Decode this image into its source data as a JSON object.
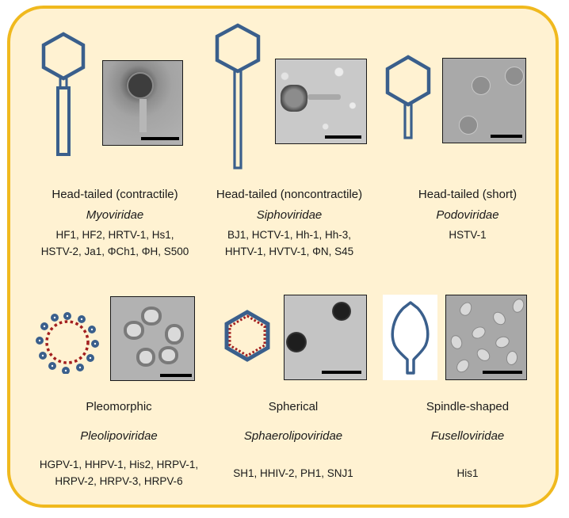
{
  "figure": {
    "colors": {
      "panel_background": "#fff2d2",
      "panel_border": "#f0b91e",
      "schematic_blue": "#3a5f8c",
      "membrane_red": "#a31f1f"
    },
    "morphotypes": [
      {
        "shape": "Head-tailed (contractile)",
        "family": "Myoviridae",
        "members_line1": "HF1, HF2, HRTV-1, Hs1,",
        "members_line2": "HSTV-2, Ja1, ΦCh1, ΦH, S500",
        "schematic_icon": "contractile-tail-phage-icon",
        "micrograph": "tem-myovirus"
      },
      {
        "shape": "Head-tailed (noncontractile)",
        "family": "Siphoviridae",
        "members_line1": "BJ1, HCTV-1, Hh-1, Hh-3,",
        "members_line2": "HHTV-1, HVTV-1, ΦN, S45",
        "schematic_icon": "long-tail-phage-icon",
        "micrograph": "tem-siphovirus"
      },
      {
        "shape": "Head-tailed (short)",
        "family": "Podoviridae",
        "members_line1": "HSTV-1",
        "members_line2": "",
        "schematic_icon": "short-tail-phage-icon",
        "micrograph": "cryo-em-podovirus"
      },
      {
        "shape": "Pleomorphic",
        "family": "Pleolipoviridae",
        "members_line1": "HGPV-1, HHPV-1, His2, HRPV-1,",
        "members_line2": "HRPV-2, HRPV-3, HRPV-6",
        "schematic_icon": "pleomorphic-membrane-vesicle-icon",
        "micrograph": "tem-pleolipovirus"
      },
      {
        "shape": "Spherical",
        "family": "Sphaerolipoviridae",
        "members_line1": "SH1, HHIV-2, PH1, SNJ1",
        "members_line2": "",
        "schematic_icon": "icosahedral-lipid-virus-icon",
        "micrograph": "tem-sphaerolipovirus"
      },
      {
        "shape": "Spindle-shaped",
        "family": "Fuselloviridae",
        "members_line1": "His1",
        "members_line2": "",
        "schematic_icon": "spindle-virus-icon",
        "micrograph": "tem-fusellovirus"
      }
    ]
  }
}
